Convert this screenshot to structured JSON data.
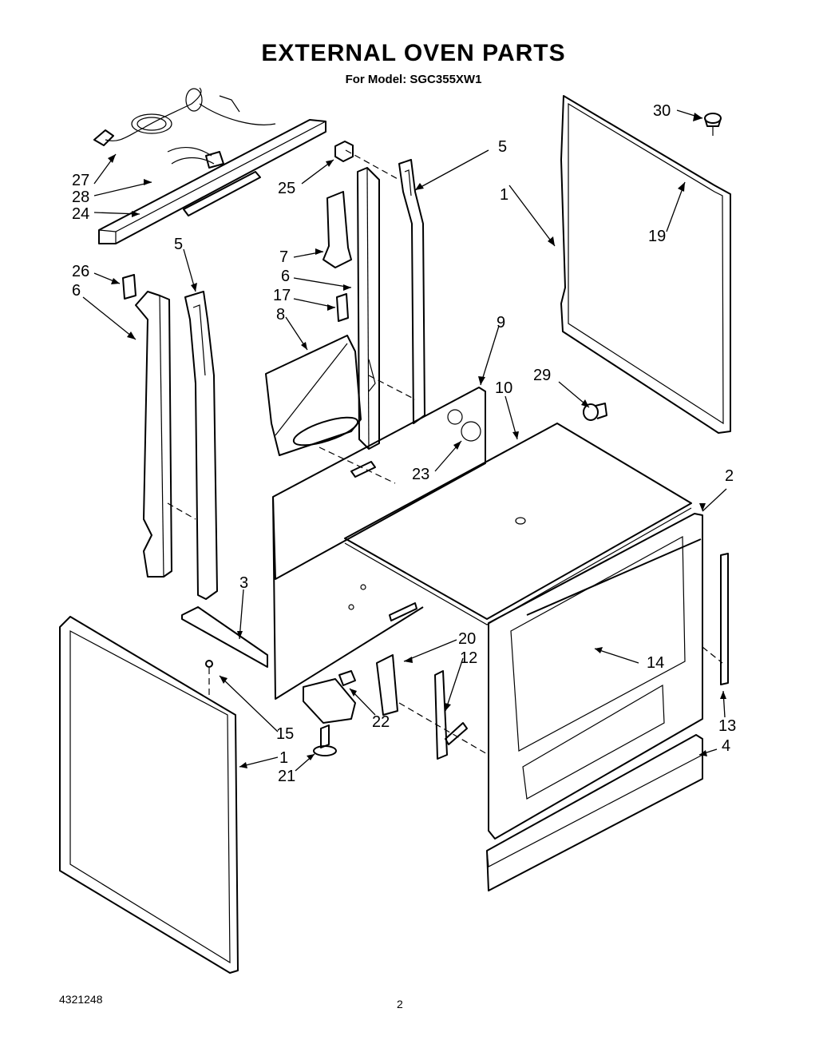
{
  "header": {
    "title": "EXTERNAL OVEN PARTS",
    "model_line": "For Model: SGC355XW1"
  },
  "footer": {
    "doc_number": "4321248",
    "page_number": "2"
  },
  "callouts": {
    "c30": "30",
    "c5a": "5",
    "c1a": "1",
    "c19": "19",
    "c27": "27",
    "c28": "28",
    "c24": "24",
    "c25": "25",
    "c5b": "5",
    "c26": "26",
    "c6a": "6",
    "c7": "7",
    "c6b": "6",
    "c17": "17",
    "c8": "8",
    "c9": "9",
    "c10": "10",
    "c29": "29",
    "c23": "23",
    "c2": "2",
    "c3": "3",
    "c14": "14",
    "c20": "20",
    "c12": "12",
    "c15": "15",
    "c22": "22",
    "c13": "13",
    "c4": "4",
    "c1b": "1",
    "c21": "21"
  }
}
